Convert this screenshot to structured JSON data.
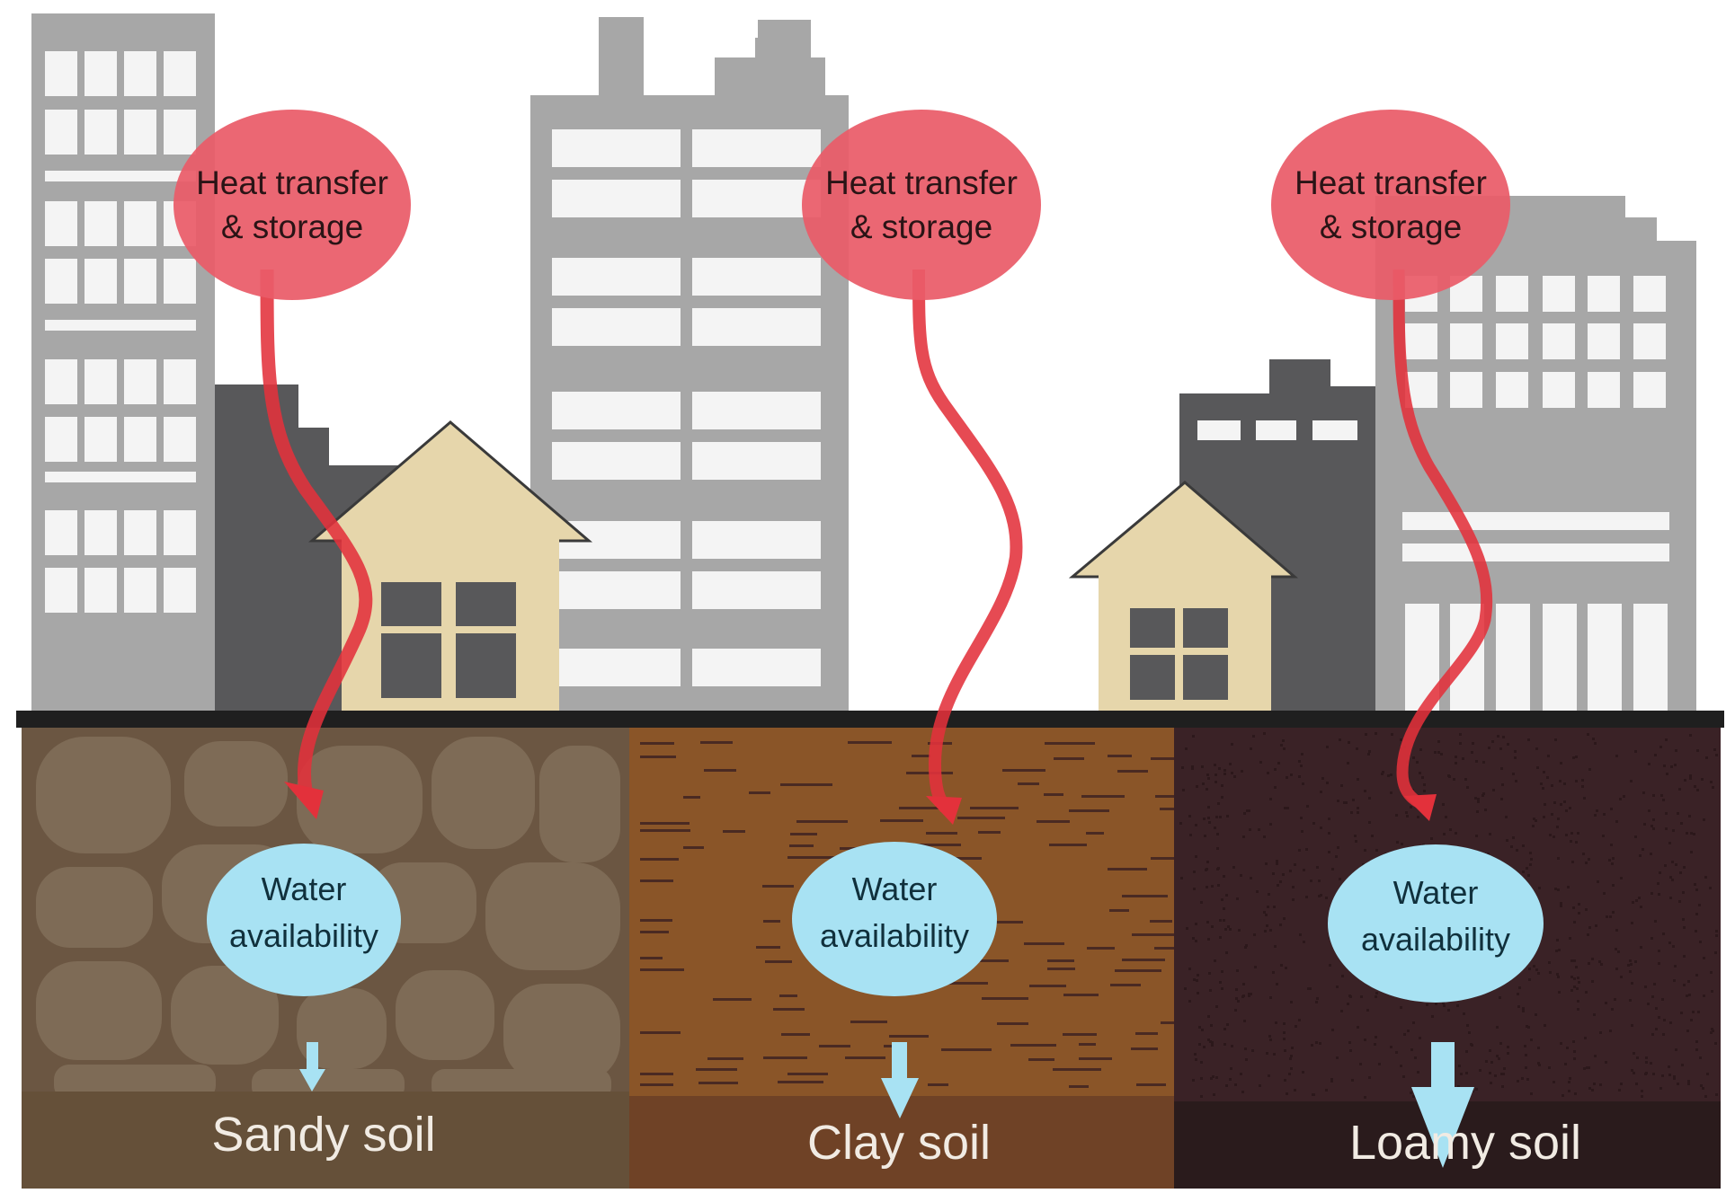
{
  "diagram": {
    "title": "",
    "heat_label_line1": "Heat transfer",
    "heat_label_line2": "& storage",
    "water_label_line1": "Water",
    "water_label_line2": "availability",
    "columns": [
      {
        "soil": "Sandy soil",
        "water_flow": "small"
      },
      {
        "soil": "Clay soil",
        "water_flow": "small"
      },
      {
        "soil": "Loamy soil",
        "water_flow": "large"
      }
    ]
  },
  "colors": {
    "background": "#ffffff",
    "building_light": "#a7a7a7",
    "building_dark": "#58585a",
    "window": "#f4f4f4",
    "house_wall": "#e6d6ab",
    "house_window": "#58585a",
    "ground_line": "#1f1f1f",
    "heat_bubble": "#ea5b68",
    "heat_arrow": "#e3313b",
    "water_bubble": "#a8e2f3",
    "sandy_base": "#6b5642",
    "sandy_stone": "#7e6b56",
    "sandy_band": "#655039",
    "clay_base": "#8a5528",
    "clay_streak": "#4a2a22",
    "clay_band": "#6f4226",
    "loamy_base": "#3a2226",
    "loamy_speck": "#2c181b",
    "loamy_band": "#2a1b1c"
  }
}
